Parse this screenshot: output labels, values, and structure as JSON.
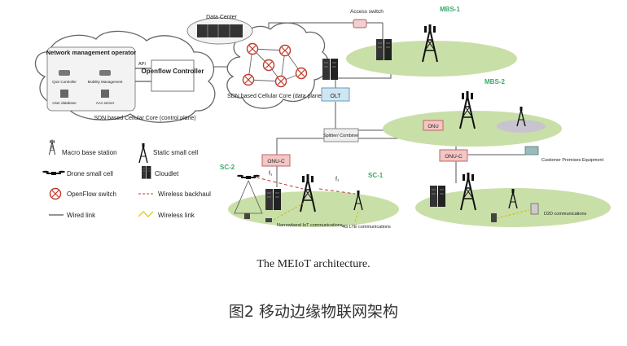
{
  "figure": {
    "caption_en": "The MEIoT architecture.",
    "caption_cn": "图2 移动边缘物联网架构"
  },
  "nodes": {
    "data_center": "Data Center",
    "access_switch": "Access switch",
    "mbs1": "MBS-1",
    "mbs2": "MBS-2",
    "olt": "OLT",
    "splitter": "Splitter/ Combiner",
    "onu": "ONU",
    "onu_c_left": "ONU-C",
    "onu_c_right": "ONU-C",
    "customer_equipment": "Customer Premises Equipment",
    "d2d": "D2D communications",
    "sc2": "SC-2",
    "sc1": "SC-1",
    "f1_left": "f₁",
    "f1_right": "f₁",
    "nb_iot": "Narrowband IoT communications",
    "lte_4g": "4G LTE communications"
  },
  "control_plane": {
    "nm_operator": "Network management operator",
    "qos_controller": "QoS Controller",
    "mobility_management": "Mobility Management",
    "user_database": "User database",
    "aaa_server": "AAA server",
    "api": "API",
    "openflow_controller": "Openflow Controller",
    "sdn_control": "SDN based Cellular Core (control plane)"
  },
  "data_plane": {
    "sdn_data": "SDN based Cellular Core (data plane)"
  },
  "legend": {
    "macro_bs": "Macro base station",
    "static_small_cell": "Static small cell",
    "drone_small_cell": "Drone small cell",
    "cloudlet": "Cloudlet",
    "openflow_switch": "OpenFlow switch",
    "wireless_backhaul": "Wireless backhaul",
    "wired_link": "Wired link",
    "wireless_link": "Wireless link"
  },
  "colors": {
    "cell_area": "#c9dfa8",
    "green_label": "#3aa86b",
    "cloud_stroke": "#666666",
    "onu_fill": "#f4c6c6",
    "olt_fill": "#cfe6f2",
    "backhaul_red": "#c0392b",
    "wireless_yellow": "#d4c020"
  },
  "icons": [
    "tower-icon",
    "small-cell-icon",
    "drone-icon",
    "server-rack-icon",
    "openflow-switch-icon",
    "router-icon"
  ]
}
